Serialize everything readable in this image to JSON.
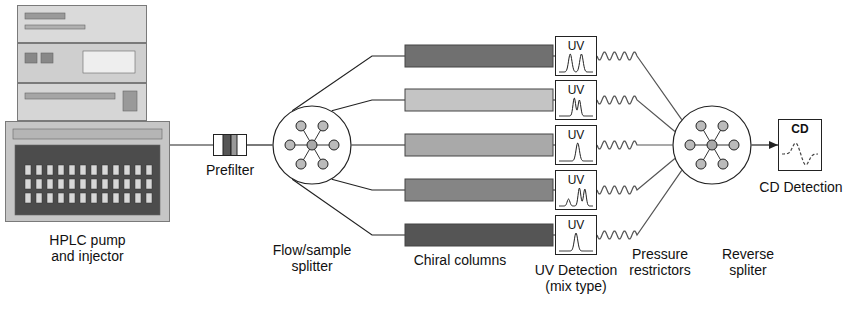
{
  "diagram": {
    "nodes": [
      {
        "text": [
          "HPLC pump and injector"
        ]
      },
      {
        "text": [
          "Prefilter"
        ]
      },
      {
        "text": [
          "Flow/sample splitter"
        ]
      },
      {
        "text": [
          "UV"
        ]
      },
      {
        "text": [
          "UV"
        ]
      },
      {
        "text": [
          "UV"
        ]
      },
      {
        "text": [
          "UV"
        ]
      },
      {
        "text": [
          "UV"
        ]
      },
      {
        "text": [
          "Reverse spliter"
        ]
      },
      {
        "text": [
          "CD",
          "CD Detection"
        ]
      }
    ],
    "edges": [
      {
        "from": 0,
        "to": 1,
        "arrow": "none"
      },
      {
        "from": 1,
        "to": 2,
        "arrow": "none"
      },
      {
        "from": 2,
        "to": 3,
        "arrow": "none"
      },
      {
        "from": 2,
        "to": 4,
        "arrow": "none"
      },
      {
        "from": 2,
        "to": 5,
        "arrow": "none"
      },
      {
        "from": 2,
        "to": 6,
        "arrow": "none"
      },
      {
        "from": 2,
        "to": 7,
        "arrow": "none"
      },
      {
        "from": 3,
        "to": 8,
        "arrow": "none"
      },
      {
        "from": 4,
        "to": 8,
        "arrow": "none"
      },
      {
        "from": 5,
        "to": 8,
        "arrow": "none"
      },
      {
        "from": 6,
        "to": 8,
        "arrow": "none"
      },
      {
        "from": 7,
        "to": 8,
        "arrow": "none"
      },
      {
        "from": 8,
        "to": 9,
        "arrow": "to"
      }
    ],
    "labels": [
      "Chiral columns",
      "UV Detection (mix type)",
      "Pressure restrictors"
    ]
  }
}
